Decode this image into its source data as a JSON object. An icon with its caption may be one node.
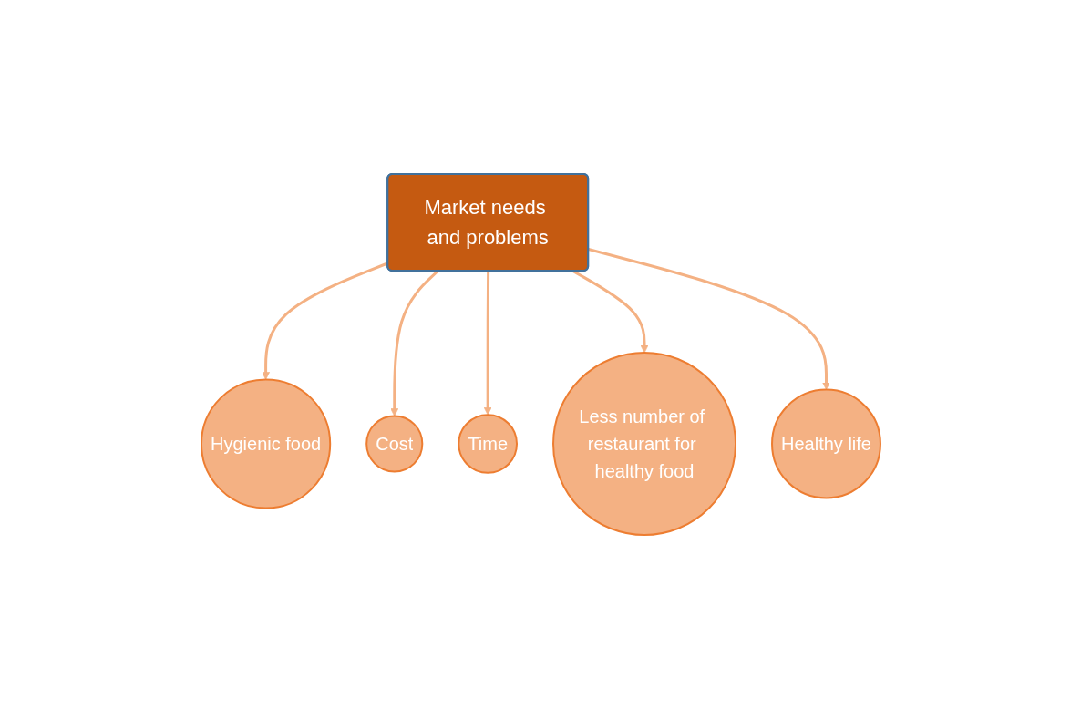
{
  "diagram": {
    "nodes": [
      {
        "text": [
          "Hygienic food"
        ]
      },
      {
        "text": [
          "Cost"
        ]
      },
      {
        "text": [
          "Time"
        ]
      },
      {
        "text": [
          "Market needs and problems"
        ]
      },
      {
        "text": [
          "Less number of restaurant for healthy food"
        ]
      },
      {
        "text": [
          "Healthy life"
        ]
      }
    ],
    "edges": [
      {
        "from": 3,
        "to": 0,
        "arrow": "to"
      },
      {
        "from": 3,
        "to": 1,
        "arrow": "to"
      },
      {
        "from": 3,
        "to": 2,
        "arrow": "to"
      },
      {
        "from": 3,
        "to": 4,
        "arrow": "to"
      },
      {
        "from": 3,
        "to": 5,
        "arrow": "to"
      }
    ]
  }
}
